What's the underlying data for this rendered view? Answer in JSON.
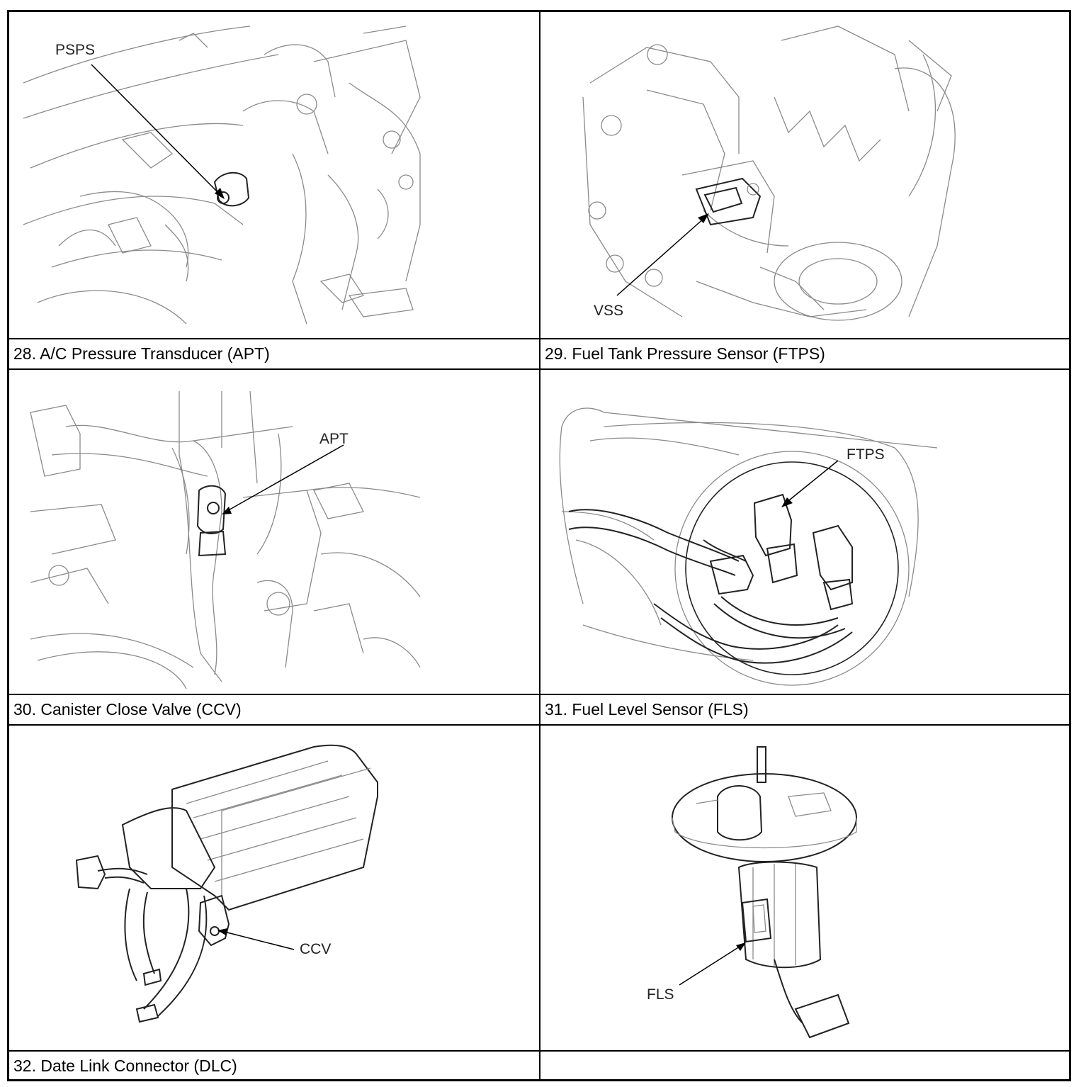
{
  "captions": {
    "apt": "28. A/C Pressure Transducer (APT)",
    "ftps": "29. Fuel Tank Pressure Sensor (FTPS)",
    "ccv": "30. Canister Close Valve (CCV)",
    "fls": "31. Fuel Level Sensor (FLS)",
    "dlc": "32. Date Link Connector (DLC)",
    "empty": ""
  },
  "callouts": {
    "pane1": "PSPS",
    "pane2": "VSS",
    "pane3": "APT",
    "pane4": "FTPS",
    "pane5": "CCV",
    "pane6": "FLS"
  }
}
